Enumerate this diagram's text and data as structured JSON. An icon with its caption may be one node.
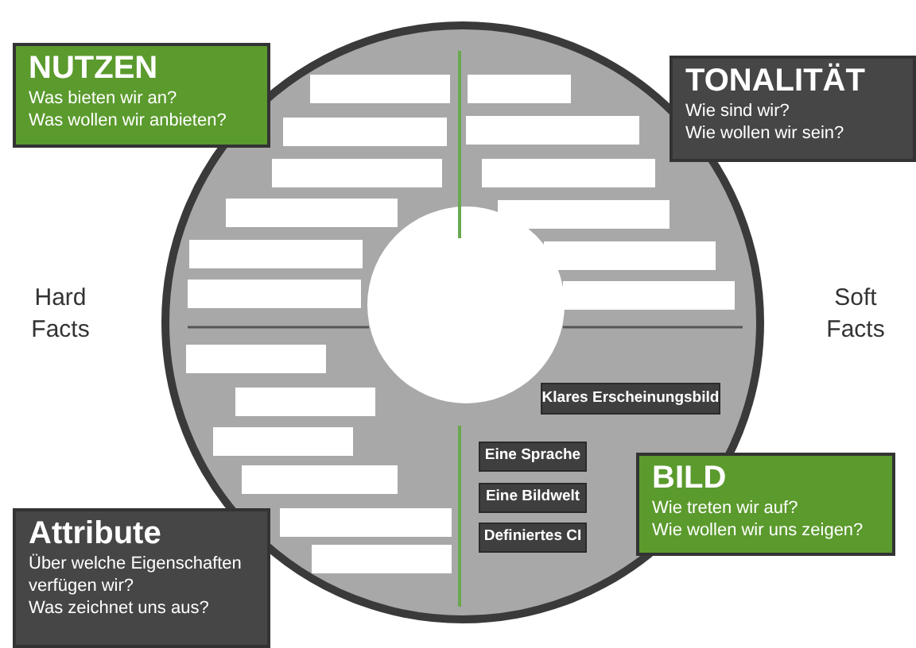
{
  "diagram": {
    "nodes": [
      {
        "text": [
          "NUTZEN",
          "Was bieten wir an?",
          "Was wollen wir anbieten?"
        ]
      },
      {
        "text": [
          "TONALITÄT",
          "Wie sind wir?",
          "Wie wollen wir sein?"
        ]
      },
      {
        "text": [],
        "shape": "box"
      },
      {
        "text": [],
        "shape": "box"
      },
      {
        "text": [],
        "shape": "box"
      },
      {
        "text": [],
        "shape": "box"
      },
      {
        "text": [],
        "shape": "box"
      },
      {
        "text": [],
        "shape": "box"
      },
      {
        "text": [],
        "shape": "box"
      },
      {
        "text": [],
        "shape": "box"
      },
      {
        "text": [],
        "shape": "box"
      },
      {
        "text": [],
        "shape": "box"
      },
      {
        "text": [],
        "shape": "box"
      },
      {
        "text": [],
        "shape": "box"
      },
      {
        "text": [],
        "shape": "box"
      },
      {
        "text": [],
        "shape": "box"
      },
      {
        "text": [],
        "shape": "box"
      },
      {
        "text": [],
        "shape": "box"
      },
      {
        "text": [],
        "shape": "box"
      },
      {
        "text": [],
        "shape": "box"
      },
      {
        "text": [
          "Klares Erscheinungsbild"
        ]
      },
      {
        "text": [
          "Eine Sprache"
        ]
      },
      {
        "text": [
          "Eine Bildwelt"
        ]
      },
      {
        "text": [
          "Definiertes CI"
        ]
      },
      {
        "text": [
          "BILD",
          "Wie treten wir auf?",
          "Wie wollen wir uns zeigen?"
        ]
      },
      {
        "text": [
          "Attribute",
          "Über welche Eigenschaften verfügen wir?",
          "Was zeichnet uns aus?"
        ]
      }
    ],
    "labels": [
      "Hard Facts",
      "Soft Facts"
    ]
  }
}
